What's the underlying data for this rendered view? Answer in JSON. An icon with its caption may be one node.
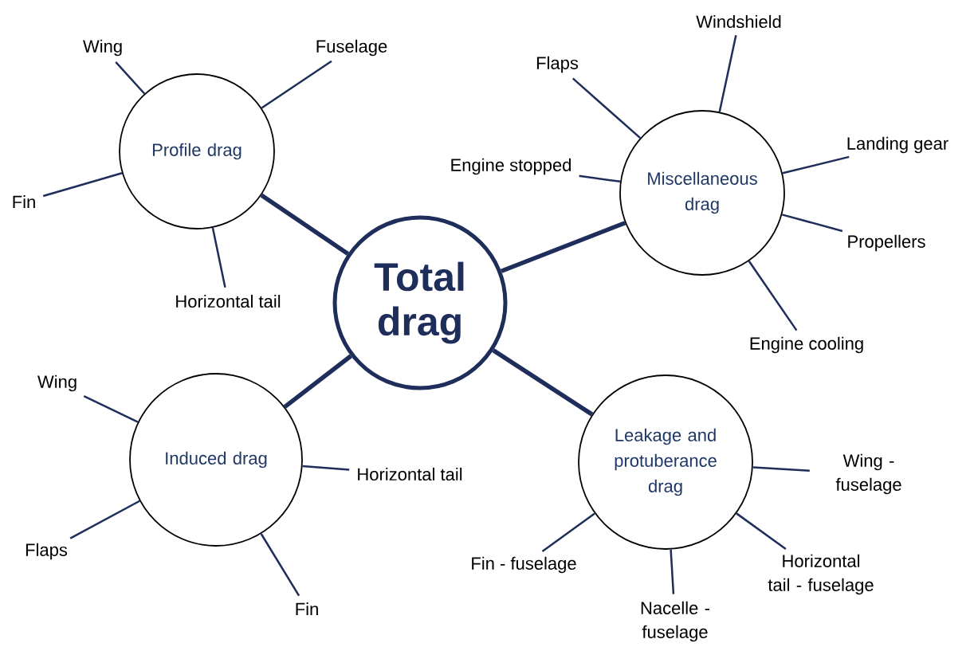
{
  "diagram": {
    "nodes": [
      {
        "text": [
          "Total drag"
        ]
      },
      {
        "text": [
          "Profile drag"
        ]
      },
      {
        "text": [
          "Miscellaneous drag"
        ]
      },
      {
        "text": [
          "Induced drag"
        ]
      },
      {
        "text": [
          "Leakage and protuberance drag"
        ]
      },
      {
        "text": [
          "Wing"
        ]
      },
      {
        "text": [
          "Fuselage"
        ]
      },
      {
        "text": [
          "Fin"
        ]
      },
      {
        "text": [
          "Horizontal tail"
        ]
      },
      {
        "text": [
          "Windshield"
        ]
      },
      {
        "text": [
          "Flaps"
        ]
      },
      {
        "text": [
          "Engine stopped"
        ]
      },
      {
        "text": [
          "Landing gear"
        ]
      },
      {
        "text": [
          "Propellers"
        ]
      },
      {
        "text": [
          "Engine cooling"
        ]
      },
      {
        "text": [
          "Wing"
        ]
      },
      {
        "text": [
          "Horizontal tail"
        ]
      },
      {
        "text": [
          "Flaps"
        ]
      },
      {
        "text": [
          "Fin"
        ]
      },
      {
        "text": [
          "Wing - fuselage"
        ]
      },
      {
        "text": [
          "Fin - fuselage"
        ]
      },
      {
        "text": [
          "Horizontal tail - fuselage"
        ]
      },
      {
        "text": [
          "Nacelle - fuselage"
        ]
      }
    ],
    "edges": [
      {
        "from": 0,
        "to": 1,
        "arrow": "none",
        "style": "thick"
      },
      {
        "from": 0,
        "to": 2,
        "arrow": "none",
        "style": "thick"
      },
      {
        "from": 0,
        "to": 3,
        "arrow": "none",
        "style": "thick"
      },
      {
        "from": 0,
        "to": 4,
        "arrow": "none",
        "style": "thick"
      },
      {
        "from": 1,
        "to": 5,
        "arrow": "none"
      },
      {
        "from": 1,
        "to": 6,
        "arrow": "none"
      },
      {
        "from": 1,
        "to": 7,
        "arrow": "none"
      },
      {
        "from": 1,
        "to": 8,
        "arrow": "none"
      },
      {
        "from": 2,
        "to": 9,
        "arrow": "none"
      },
      {
        "from": 2,
        "to": 10,
        "arrow": "none"
      },
      {
        "from": 2,
        "to": 11,
        "arrow": "none"
      },
      {
        "from": 2,
        "to": 12,
        "arrow": "none"
      },
      {
        "from": 2,
        "to": 13,
        "arrow": "none"
      },
      {
        "from": 2,
        "to": 14,
        "arrow": "none"
      },
      {
        "from": 3,
        "to": 15,
        "arrow": "none"
      },
      {
        "from": 3,
        "to": 16,
        "arrow": "none"
      },
      {
        "from": 3,
        "to": 17,
        "arrow": "none"
      },
      {
        "from": 3,
        "to": 18,
        "arrow": "none"
      },
      {
        "from": 4,
        "to": 19,
        "arrow": "none"
      },
      {
        "from": 4,
        "to": 20,
        "arrow": "none"
      },
      {
        "from": 4,
        "to": 21,
        "arrow": "none"
      },
      {
        "from": 4,
        "to": 22,
        "arrow": "none"
      }
    ]
  }
}
